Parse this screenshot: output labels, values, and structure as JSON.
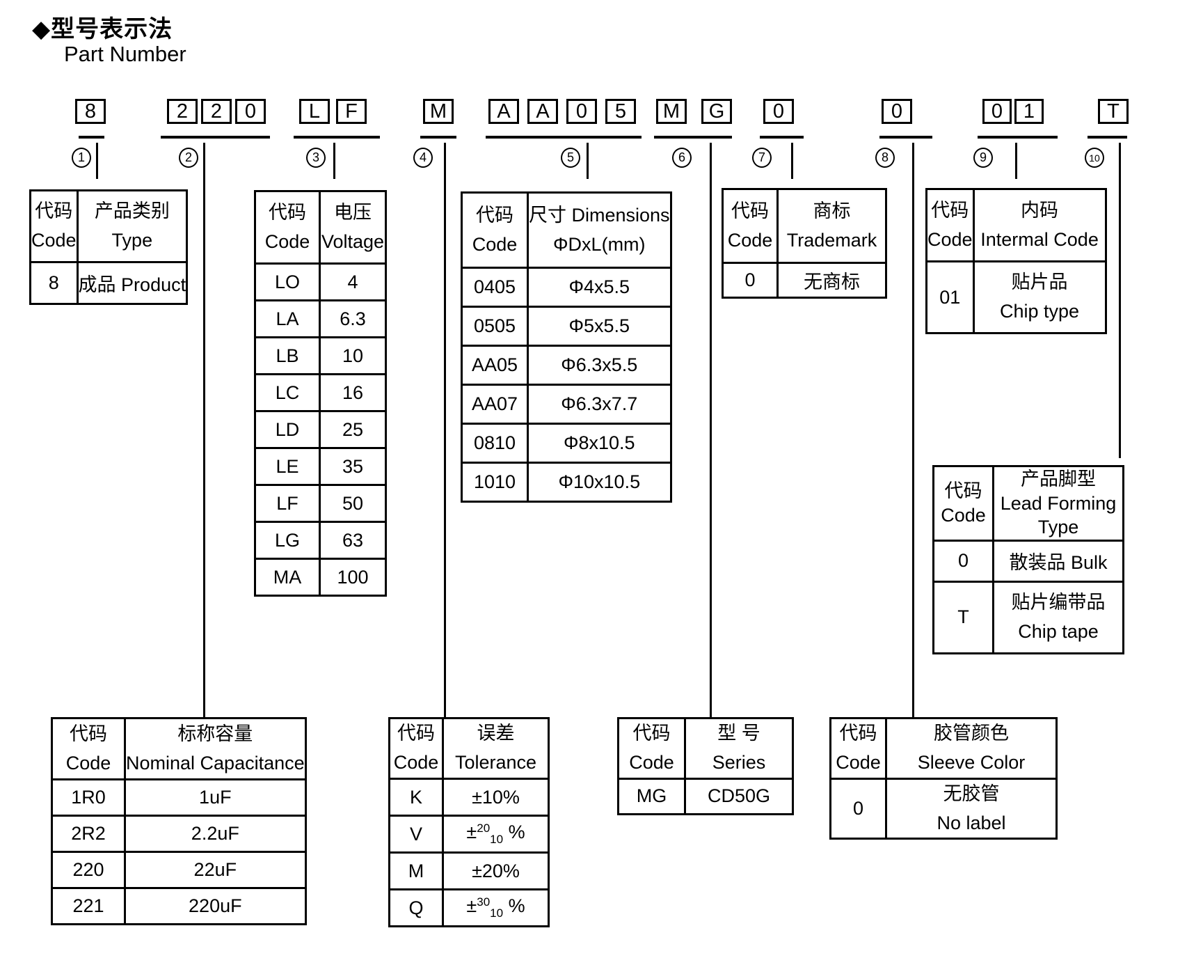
{
  "title": {
    "cn": "◆型号表示法",
    "en": "Part Number"
  },
  "part_number": {
    "segments": [
      {
        "label": "1",
        "chars": [
          "8"
        ]
      },
      {
        "label": "2",
        "chars": [
          "2",
          "2",
          "0"
        ]
      },
      {
        "label": "3",
        "chars": [
          "L",
          "F"
        ]
      },
      {
        "label": "4",
        "chars": [
          "M"
        ]
      },
      {
        "label": "5",
        "chars": [
          "A",
          "A",
          "0",
          "5"
        ]
      },
      {
        "label": "6",
        "chars": [
          "M",
          "G"
        ]
      },
      {
        "label": "7",
        "chars": [
          "0"
        ]
      },
      {
        "label": "8",
        "chars": [
          "0"
        ]
      },
      {
        "label": "9",
        "chars": [
          "0",
          "1"
        ]
      },
      {
        "label": "10",
        "chars": [
          "T"
        ]
      }
    ]
  },
  "tables": {
    "product": {
      "h_code_cn": "代码",
      "h_code_en": "Code",
      "h_val_cn": "产品类别",
      "h_val_en": "Type",
      "rows": [
        {
          "code": "8",
          "value": "成品 Product"
        }
      ]
    },
    "voltage": {
      "h_code_cn": "代码",
      "h_code_en": "Code",
      "h_val_cn": "电压",
      "h_val_en": "Voltage",
      "rows": [
        {
          "code": "LO",
          "value": "4"
        },
        {
          "code": "LA",
          "value": "6.3"
        },
        {
          "code": "LB",
          "value": "10"
        },
        {
          "code": "LC",
          "value": "16"
        },
        {
          "code": "LD",
          "value": "25"
        },
        {
          "code": "LE",
          "value": "35"
        },
        {
          "code": "LF",
          "value": "50"
        },
        {
          "code": "LG",
          "value": "63"
        },
        {
          "code": "MA",
          "value": "100"
        }
      ]
    },
    "dimensions": {
      "h_code_cn": "代码",
      "h_code_en": "Code",
      "h_val_l1": "尺寸 Dimensions",
      "h_val_l2": "ΦDxL(mm)",
      "rows": [
        {
          "code": "0405",
          "value": "Φ4x5.5"
        },
        {
          "code": "0505",
          "value": "Φ5x5.5"
        },
        {
          "code": "AA05",
          "value": "Φ6.3x5.5"
        },
        {
          "code": "AA07",
          "value": "Φ6.3x7.7"
        },
        {
          "code": "0810",
          "value": "Φ8x10.5"
        },
        {
          "code": "1010",
          "value": "Φ10x10.5"
        }
      ]
    },
    "trademark": {
      "h_code_cn": "代码",
      "h_code_en": "Code",
      "h_val_cn": "商标",
      "h_val_en": "Trademark",
      "rows": [
        {
          "code": "0",
          "value": "无商标"
        }
      ]
    },
    "internal": {
      "h_code_cn": "代码",
      "h_code_en": "Code",
      "h_val_cn": "内码",
      "h_val_en": "Intermal Code",
      "rows": [
        {
          "code": "01",
          "l1": "贴片品",
          "l2": "Chip type"
        }
      ]
    },
    "lead": {
      "h_code_cn": "代码",
      "h_code_en": "Code",
      "h_val_l1": "产品脚型",
      "h_val_l2": "Lead Forming",
      "h_val_l3": "Type",
      "rows": [
        {
          "code": "0",
          "l1": "散装品 Bulk"
        },
        {
          "code": "T",
          "l1": "贴片编带品",
          "l2": "Chip tape"
        }
      ]
    },
    "capacitance": {
      "h_code_cn": "代码",
      "h_code_en": "Code",
      "h_val_cn": "标称容量",
      "h_val_en": "Nominal Capacitance",
      "rows": [
        {
          "code": "1R0",
          "value": "1uF"
        },
        {
          "code": "2R2",
          "value": "2.2uF"
        },
        {
          "code": "220",
          "value": "22uF"
        },
        {
          "code": "221",
          "value": "220uF"
        }
      ]
    },
    "tolerance": {
      "h_code_cn": "代码",
      "h_code_en": "Code",
      "h_val_cn": "误差",
      "h_val_en": "Tolerance",
      "rows": [
        {
          "code": "K",
          "main": "±10%"
        },
        {
          "code": "V",
          "main": "±",
          "sup": "20",
          "sub": "10",
          "post": " %"
        },
        {
          "code": "M",
          "main": "±20%"
        },
        {
          "code": "Q",
          "main": "±",
          "sup": "30",
          "sub": "10",
          "post": " %"
        }
      ]
    },
    "series": {
      "h_code_cn": "代码",
      "h_code_en": "Code",
      "h_val_cn": "型 号",
      "h_val_en": "Series",
      "rows": [
        {
          "code": "MG",
          "value": "CD50G"
        }
      ]
    },
    "sleeve": {
      "h_code_cn": "代码",
      "h_code_en": "Code",
      "h_val_cn": "胶管颜色",
      "h_val_en": "Sleeve Color",
      "rows": [
        {
          "code": "0",
          "l1": "无胶管",
          "l2": "No label"
        }
      ]
    }
  },
  "colors": {
    "ink": "#000000",
    "paper": "#ffffff"
  }
}
